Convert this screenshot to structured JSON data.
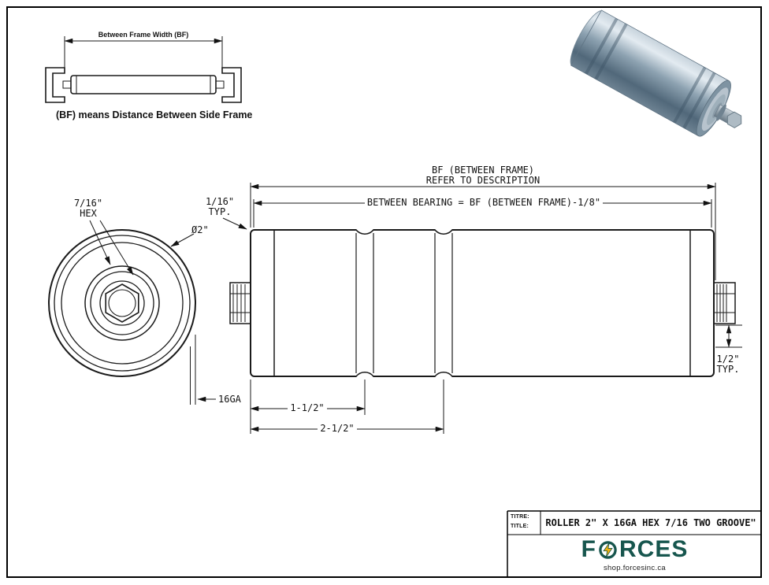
{
  "inset": {
    "dim_label": "Between Frame Width (BF)",
    "caption": "(BF) means Distance Between Side Frame"
  },
  "end_view": {
    "hex_dim_value": "7/16\"",
    "hex_dim_suffix": "HEX",
    "diameter_label": "Ø2\"",
    "gauge_label": "16GA"
  },
  "side_view": {
    "bf_dim_line1": "BF (BETWEEN FRAME)",
    "bf_dim_line2": "REFER TO DESCRIPTION",
    "bearing_dim": "BETWEEN BEARING = BF (BETWEEN FRAME)-1/8\"",
    "left_typ_value": "1/16\"",
    "left_typ_suffix": "TYP.",
    "right_typ_value": "1/2\"",
    "right_typ_suffix": "TYP.",
    "groove1_dim": "1-1/2\"",
    "groove2_dim": "2-1/2\""
  },
  "title_block": {
    "label_line1": "TITRE:",
    "label_line2": "TITLE:",
    "drawing_title": "ROLLER 2\" X 16GA HEX 7/16 TWO GROOVE\"",
    "logo_part1": "F",
    "logo_part2": "RCES",
    "website": "shop.forcesinc.ca",
    "logo_color": "#17564e",
    "bolt_color": "#edb10e"
  }
}
